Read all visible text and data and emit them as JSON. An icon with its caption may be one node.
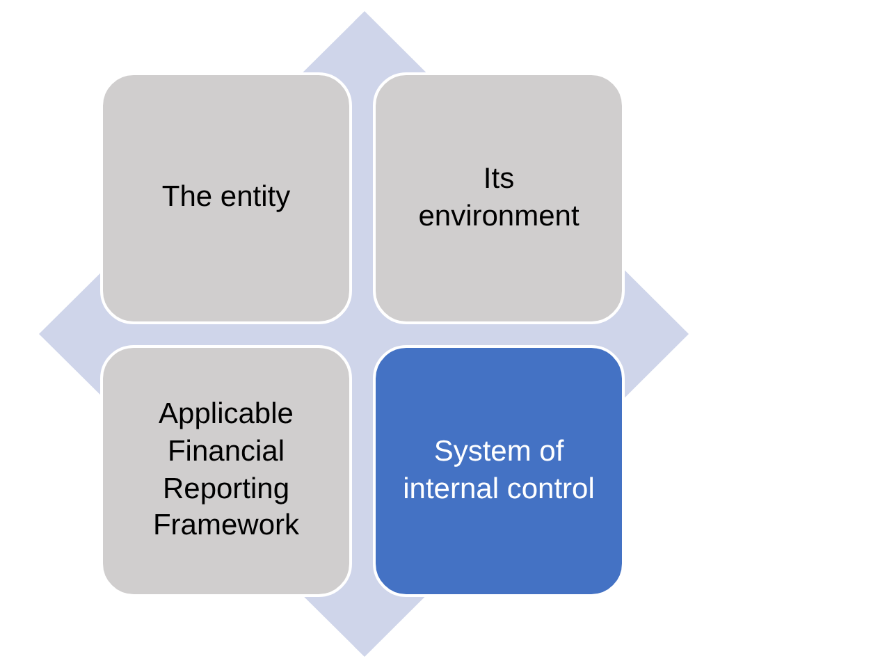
{
  "diagram": {
    "nodes": [
      {
        "text": [
          "The entity"
        ]
      },
      {
        "text": [
          "Its environment"
        ]
      },
      {
        "text": [
          "Applicable Financial Reporting Framework"
        ]
      },
      {
        "text": [
          "System of internal control"
        ]
      }
    ]
  }
}
